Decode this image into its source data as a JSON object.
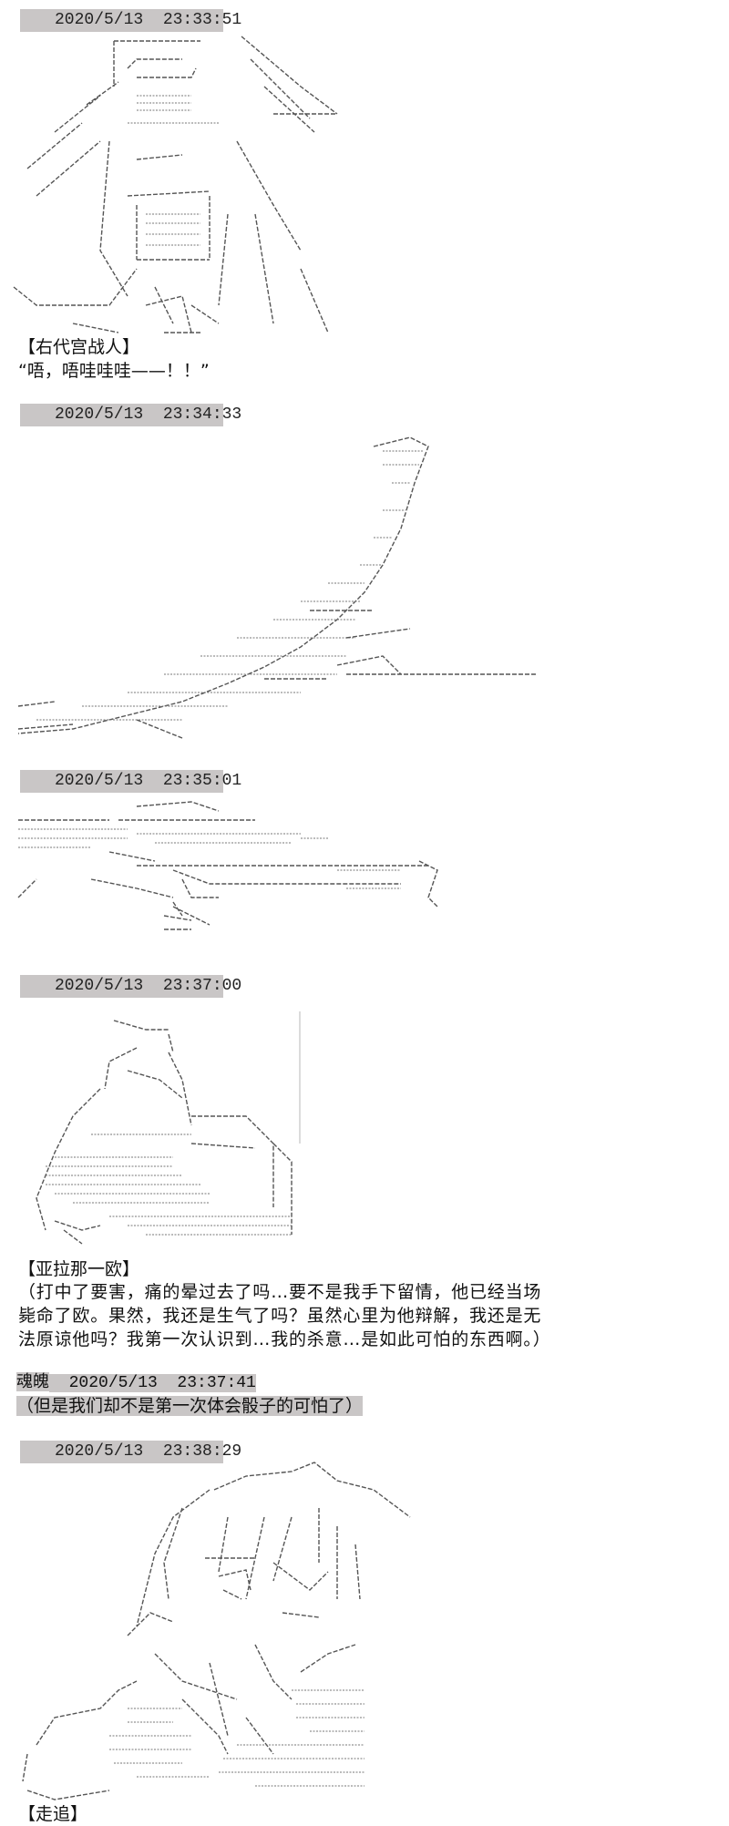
{
  "posts": [
    {
      "timestamp": "2020/5/13  23:33:51",
      "speaker": "【右代宫战人】",
      "lines": [
        "“唔，唔哇哇哇——！！”"
      ]
    },
    {
      "timestamp": "2020/5/13  23:34:33"
    },
    {
      "timestamp": "2020/5/13  23:35:01"
    },
    {
      "timestamp": "2020/5/13  23:37:00",
      "speaker": "【亚拉那一欧】",
      "lines": [
        "（打中了要害，痛的晕过去了吗…要不是我手下留情，他已经当场",
        "毙命了欧。果然，我还是生气了吗？虽然心里为他辩解，我还是无",
        "法原谅他吗？我第一次认识到…我的杀意…是如此可怕的东西啊。）"
      ]
    },
    {
      "author": "魂魄",
      "timestamp": "2020/5/13  23:37:41",
      "lines": [
        "（但是我们却不是第一次体会骰子的可怕了）"
      ]
    },
    {
      "timestamp": "2020/5/13  23:38:29",
      "speaker": "【走追】"
    }
  ],
  "colors": {
    "timestamp_bar": "#c9c6c6",
    "text": "#111111",
    "ascii_art": "#555555"
  }
}
